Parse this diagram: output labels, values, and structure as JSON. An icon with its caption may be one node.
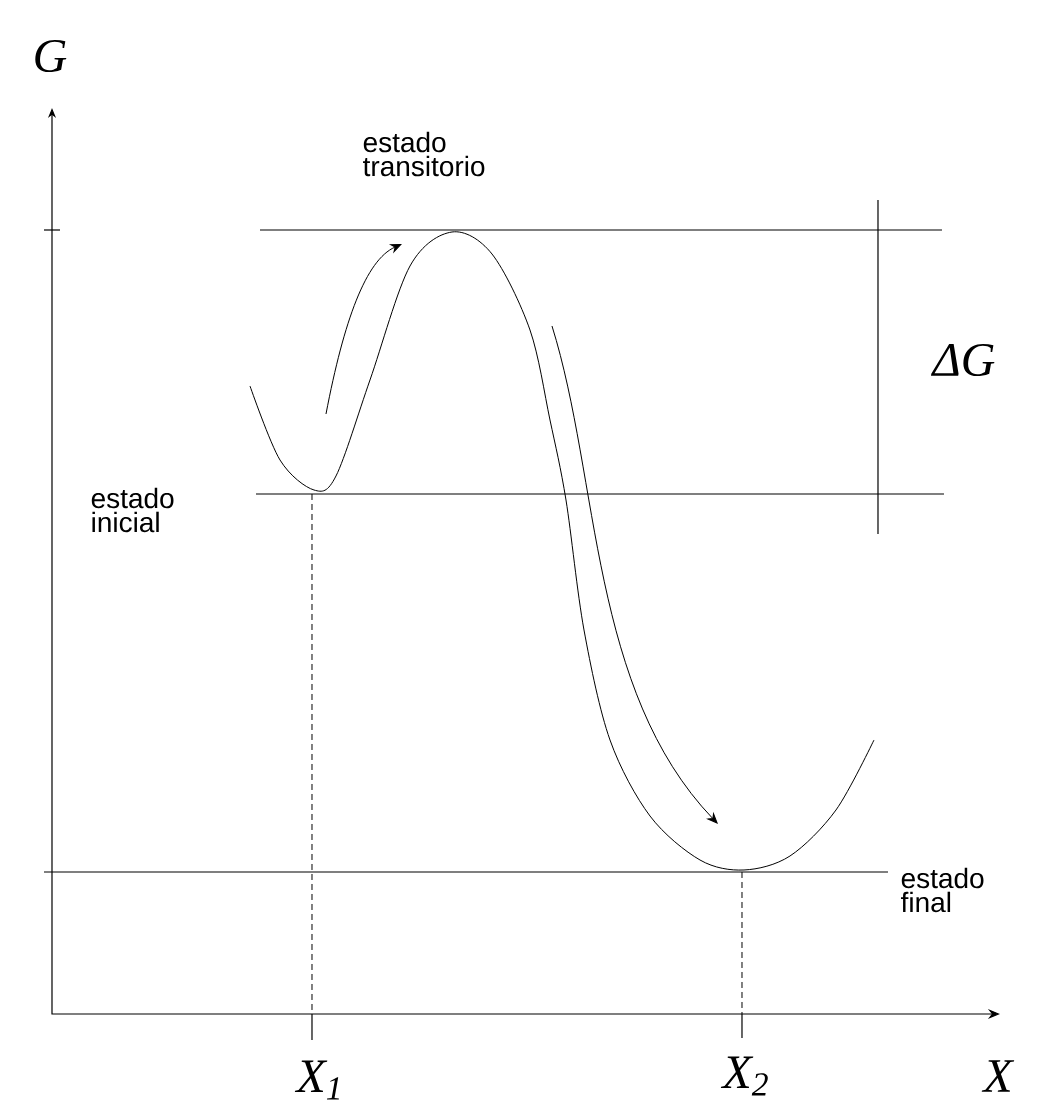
{
  "diagram": {
    "labels": [
      "G",
      "estado transitorio",
      "ΔG",
      "estado inicial",
      "estado final",
      "X$_{1}$",
      "X$_{2}$",
      "X"
    ]
  }
}
